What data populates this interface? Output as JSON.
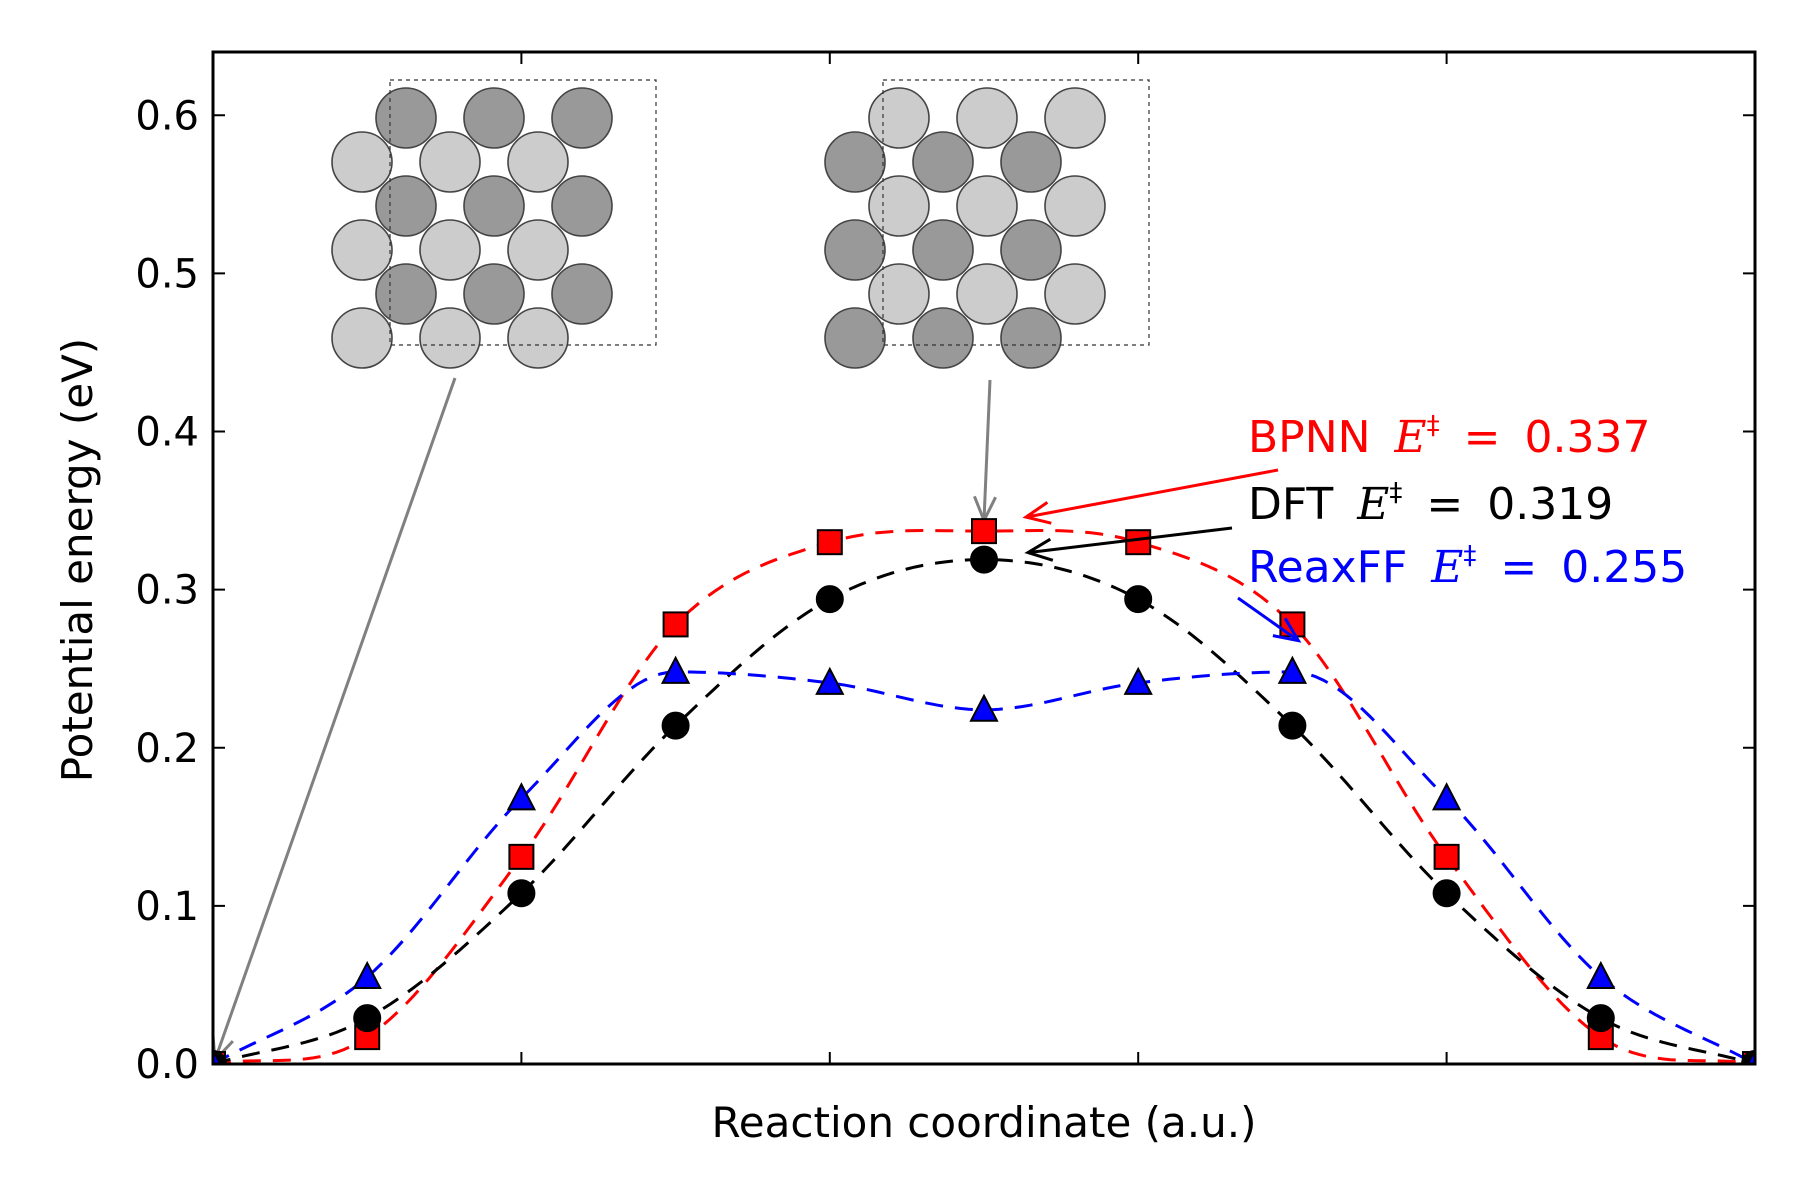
{
  "chart_data": {
    "type": "line",
    "xlabel": "Reaction coordinate (a.u.)",
    "ylabel": "Potential energy (eV)",
    "xlim": [
      0,
      10
    ],
    "ylim": [
      0,
      0.64
    ],
    "yticks": [
      {
        "value": 0.0,
        "label": "0.0"
      },
      {
        "value": 0.1,
        "label": "0.1"
      },
      {
        "value": 0.2,
        "label": "0.2"
      },
      {
        "value": 0.3,
        "label": "0.3"
      },
      {
        "value": 0.4,
        "label": "0.4"
      },
      {
        "value": 0.5,
        "label": "0.5"
      },
      {
        "value": 0.6,
        "label": "0.6"
      }
    ],
    "xticks": [
      2,
      4,
      6,
      8
    ],
    "grid": false,
    "series": [
      {
        "color": "#ff0000",
        "marker": "square",
        "x": [
          0,
          1,
          2,
          3,
          4,
          5,
          6,
          7,
          8,
          9,
          10
        ],
        "values": [
          0.0,
          0.017,
          0.131,
          0.278,
          0.33,
          0.337,
          0.33,
          0.278,
          0.131,
          0.017,
          0.0
        ]
      },
      {
        "color": "#000000",
        "marker": "circle",
        "x": [
          0,
          1,
          2,
          3,
          4,
          5,
          6,
          7,
          8,
          9,
          10
        ],
        "values": [
          0.0,
          0.029,
          0.108,
          0.214,
          0.294,
          0.319,
          0.294,
          0.214,
          0.108,
          0.029,
          0.0
        ]
      },
      {
        "color": "#0000ff",
        "marker": "triangle",
        "x": [
          0,
          1,
          2,
          3,
          4,
          5,
          6,
          7,
          8,
          9,
          10
        ],
        "values": [
          0.0,
          0.055,
          0.168,
          0.248,
          0.241,
          0.224,
          0.241,
          0.248,
          0.168,
          0.055,
          0.0
        ]
      }
    ],
    "annotations": [
      {
        "name": "BPNN",
        "value": "0.337",
        "color": "#ff0000",
        "target": [
          5,
          0.337
        ]
      },
      {
        "name": "DFT",
        "value": "0.319",
        "color": "#000000",
        "target": [
          5,
          0.319
        ]
      },
      {
        "name": "ReaxFF",
        "value": "0.255",
        "color": "#0000ff",
        "target": [
          7,
          0.25
        ]
      }
    ],
    "annotation_symbol": "E",
    "annotation_superscript": "‡",
    "annotation_equals": "=",
    "insets": [
      {
        "name": "initial-structure",
        "arrow_target": [
          0,
          0.0
        ],
        "layers": [
          {
            "color": "#999999",
            "rows": [
              0,
              2,
              4
            ],
            "offset": 1
          },
          {
            "color": "#cccccc",
            "rows": [
              1,
              3,
              5
            ],
            "offset": 0
          }
        ]
      },
      {
        "name": "transition-structure",
        "arrow_target": [
          5,
          0.345
        ],
        "layers": [
          {
            "color": "#cccccc",
            "rows": [
              0,
              2,
              4
            ],
            "offset": 1
          },
          {
            "color": "#999999",
            "rows": [
              1,
              3,
              5
            ],
            "offset": 0
          }
        ]
      }
    ]
  }
}
